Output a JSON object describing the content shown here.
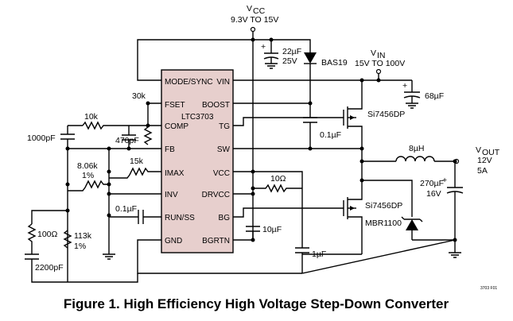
{
  "ic": {
    "part": "LTC3703",
    "pins_left": [
      "MODE/SYNC",
      "FSET",
      "COMP",
      "FB",
      "IMAX",
      "INV",
      "RUN/SS",
      "GND"
    ],
    "pins_right": [
      "VIN",
      "BOOST",
      "TG",
      "SW",
      "VCC",
      "DRVCC",
      "BG",
      "BGRTN"
    ],
    "fill": "#e7cfcd"
  },
  "vcc": {
    "name": "V",
    "sub": "CC",
    "range": "9.3V TO 15V"
  },
  "vin": {
    "name": "V",
    "sub": "IN",
    "range": "15V TO 100V"
  },
  "vout": {
    "name": "V",
    "sub": "OUT",
    "volts": "12V",
    "amps": "5A"
  },
  "parts": {
    "c_22u": "22µF",
    "c_22u_v": "25V",
    "d_bas19": "BAS19",
    "c_68u": "68µF",
    "r_30k": "30k",
    "r_10k": "10k",
    "c_1000p": "1000pF",
    "c_470p": "470pF",
    "r_806k": "8.06k",
    "r_806k_tol": "1%",
    "r_15k": "15k",
    "c_01u_run": "0.1µF",
    "c_01u_boost": "0.1µF",
    "q_top": "Si7456DP",
    "q_bot": "Si7456DP",
    "l_8u": "8µH",
    "c_270u": "270µF",
    "c_270u_v": "16V",
    "r_10ohm": "10Ω",
    "c_10u": "10µF",
    "c_1u": "1µF",
    "d_mbr": "MBR1100",
    "r_100ohm": "100Ω",
    "r_113k": "113k",
    "r_113k_tol": "1%",
    "c_2200p": "2200pF",
    "plus": "+"
  },
  "figure_id": "3703 F01",
  "caption": "Figure 1. High Efficiency High Voltage Step-Down Converter"
}
